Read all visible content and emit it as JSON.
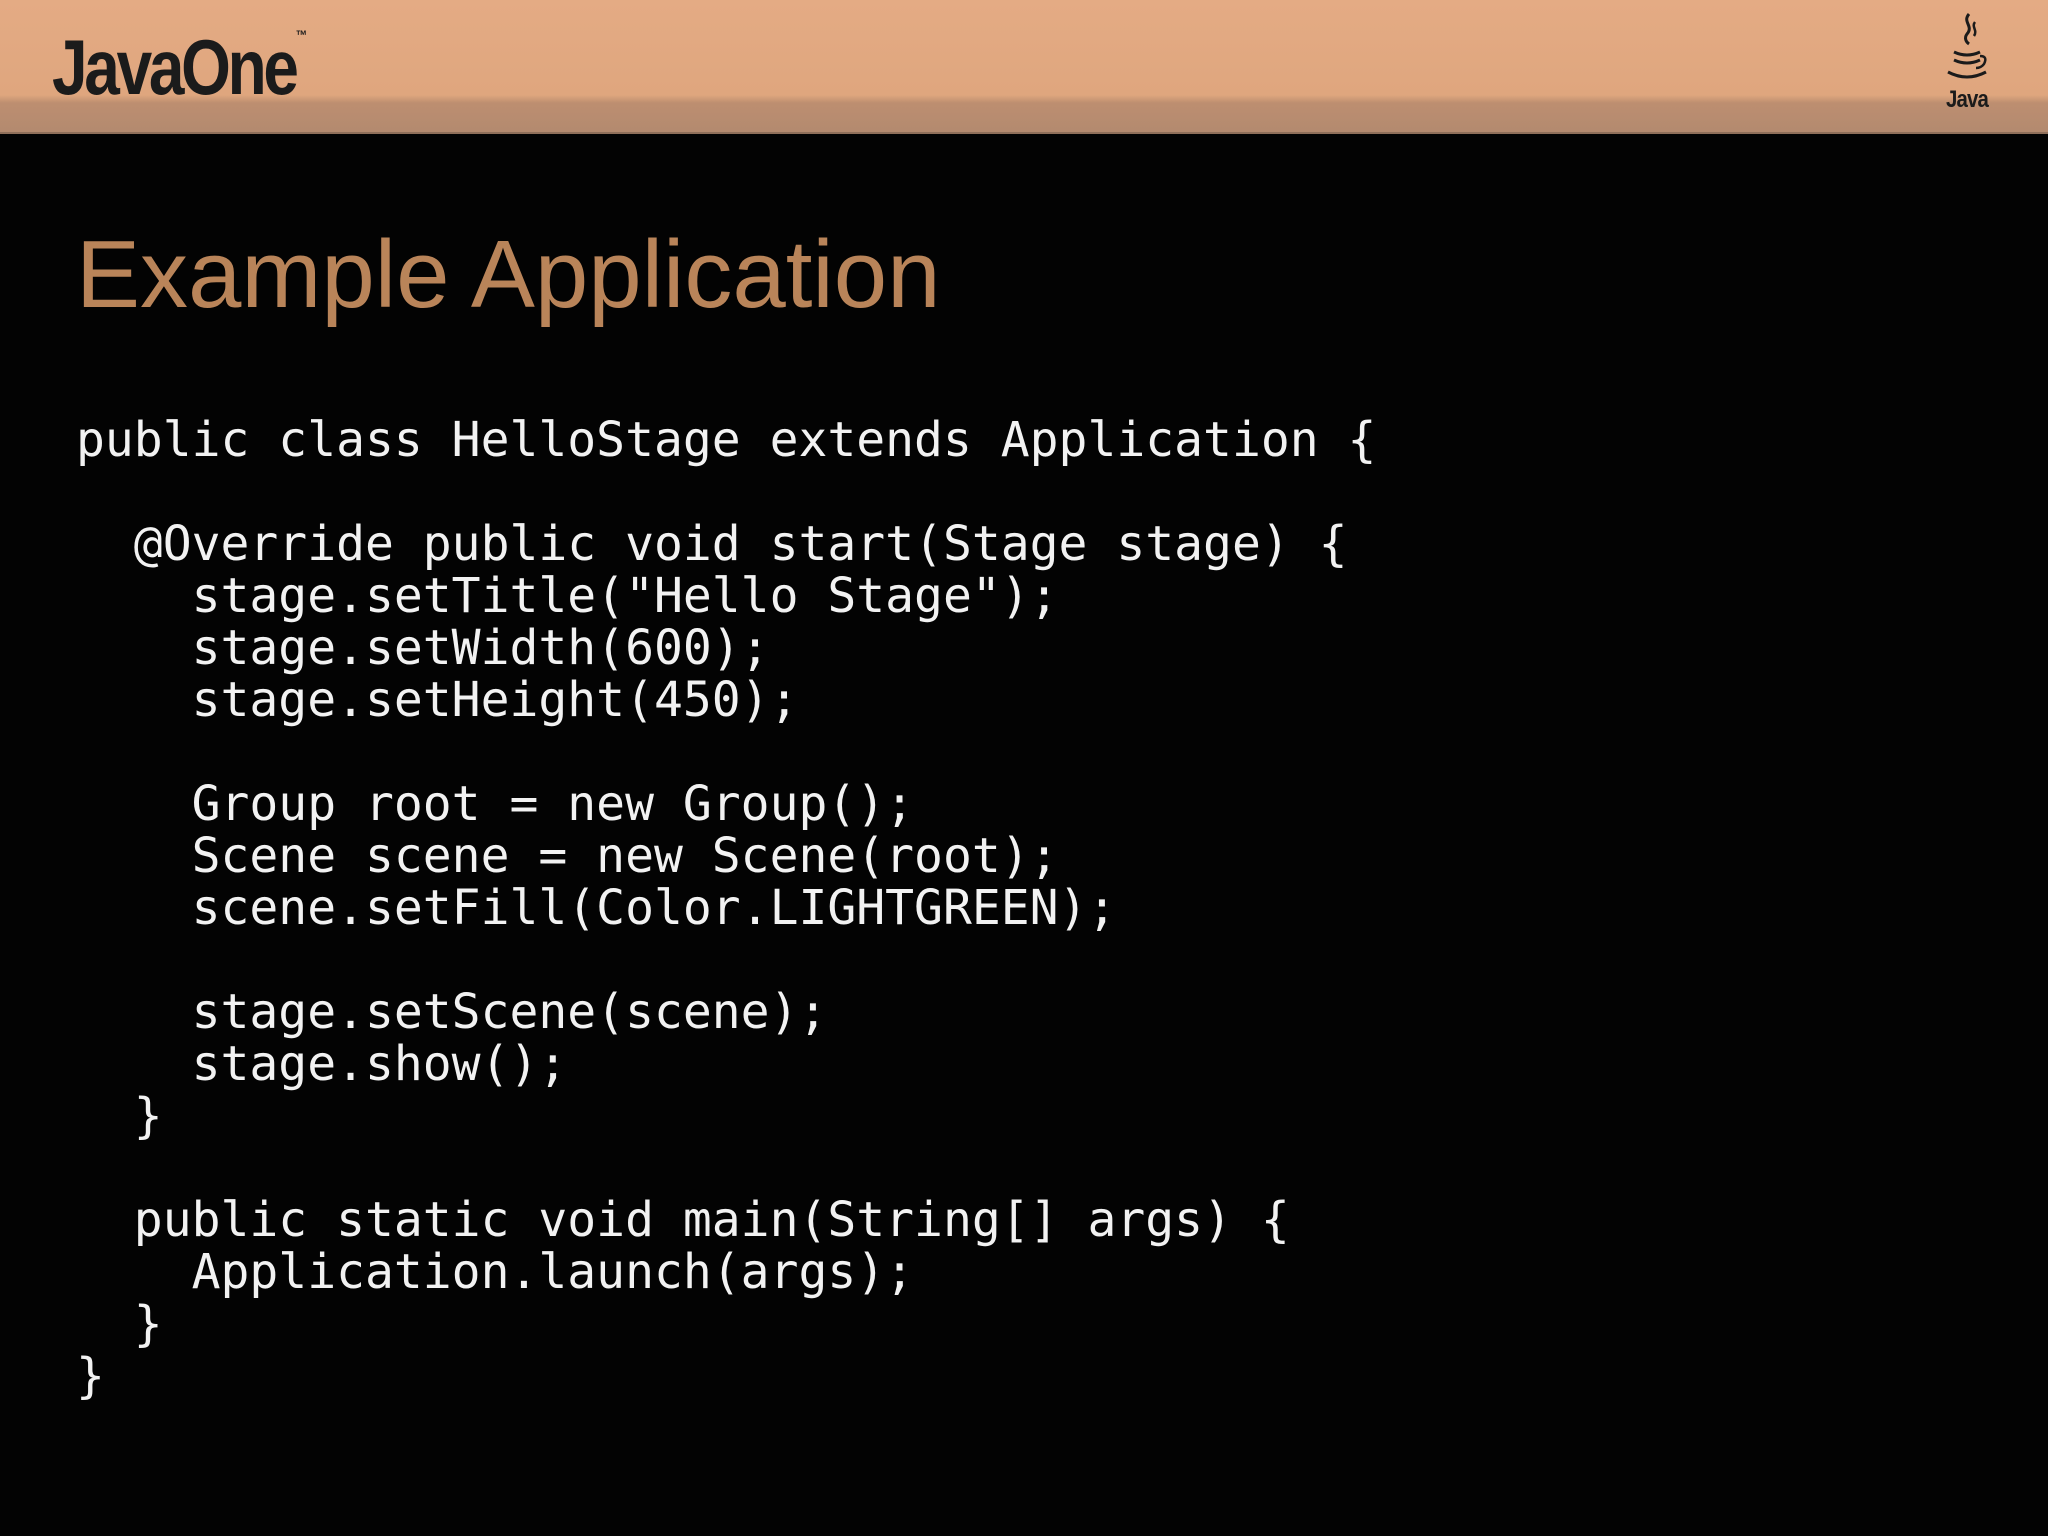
{
  "header": {
    "logo_text": "JavaOne",
    "logo_trademark": "™",
    "java_logo_text": "Java",
    "background_color": "#dfa67e"
  },
  "slide": {
    "title": "Example Application",
    "title_color": "#b98459",
    "background_color": "#030303"
  },
  "code": {
    "language": "java",
    "lines": [
      "public class HelloStage extends Application {",
      "",
      "  @Override public void start(Stage stage) {",
      "    stage.setTitle(\"Hello Stage\");",
      "    stage.setWidth(600);",
      "    stage.setHeight(450);",
      "",
      "    Group root = new Group();",
      "    Scene scene = new Scene(root);",
      "    scene.setFill(Color.LIGHTGREEN);",
      "",
      "    stage.setScene(scene);",
      "    stage.show();",
      "  }",
      "",
      "  public static void main(String[] args) {",
      "    Application.launch(args);",
      "  }",
      "}"
    ]
  }
}
